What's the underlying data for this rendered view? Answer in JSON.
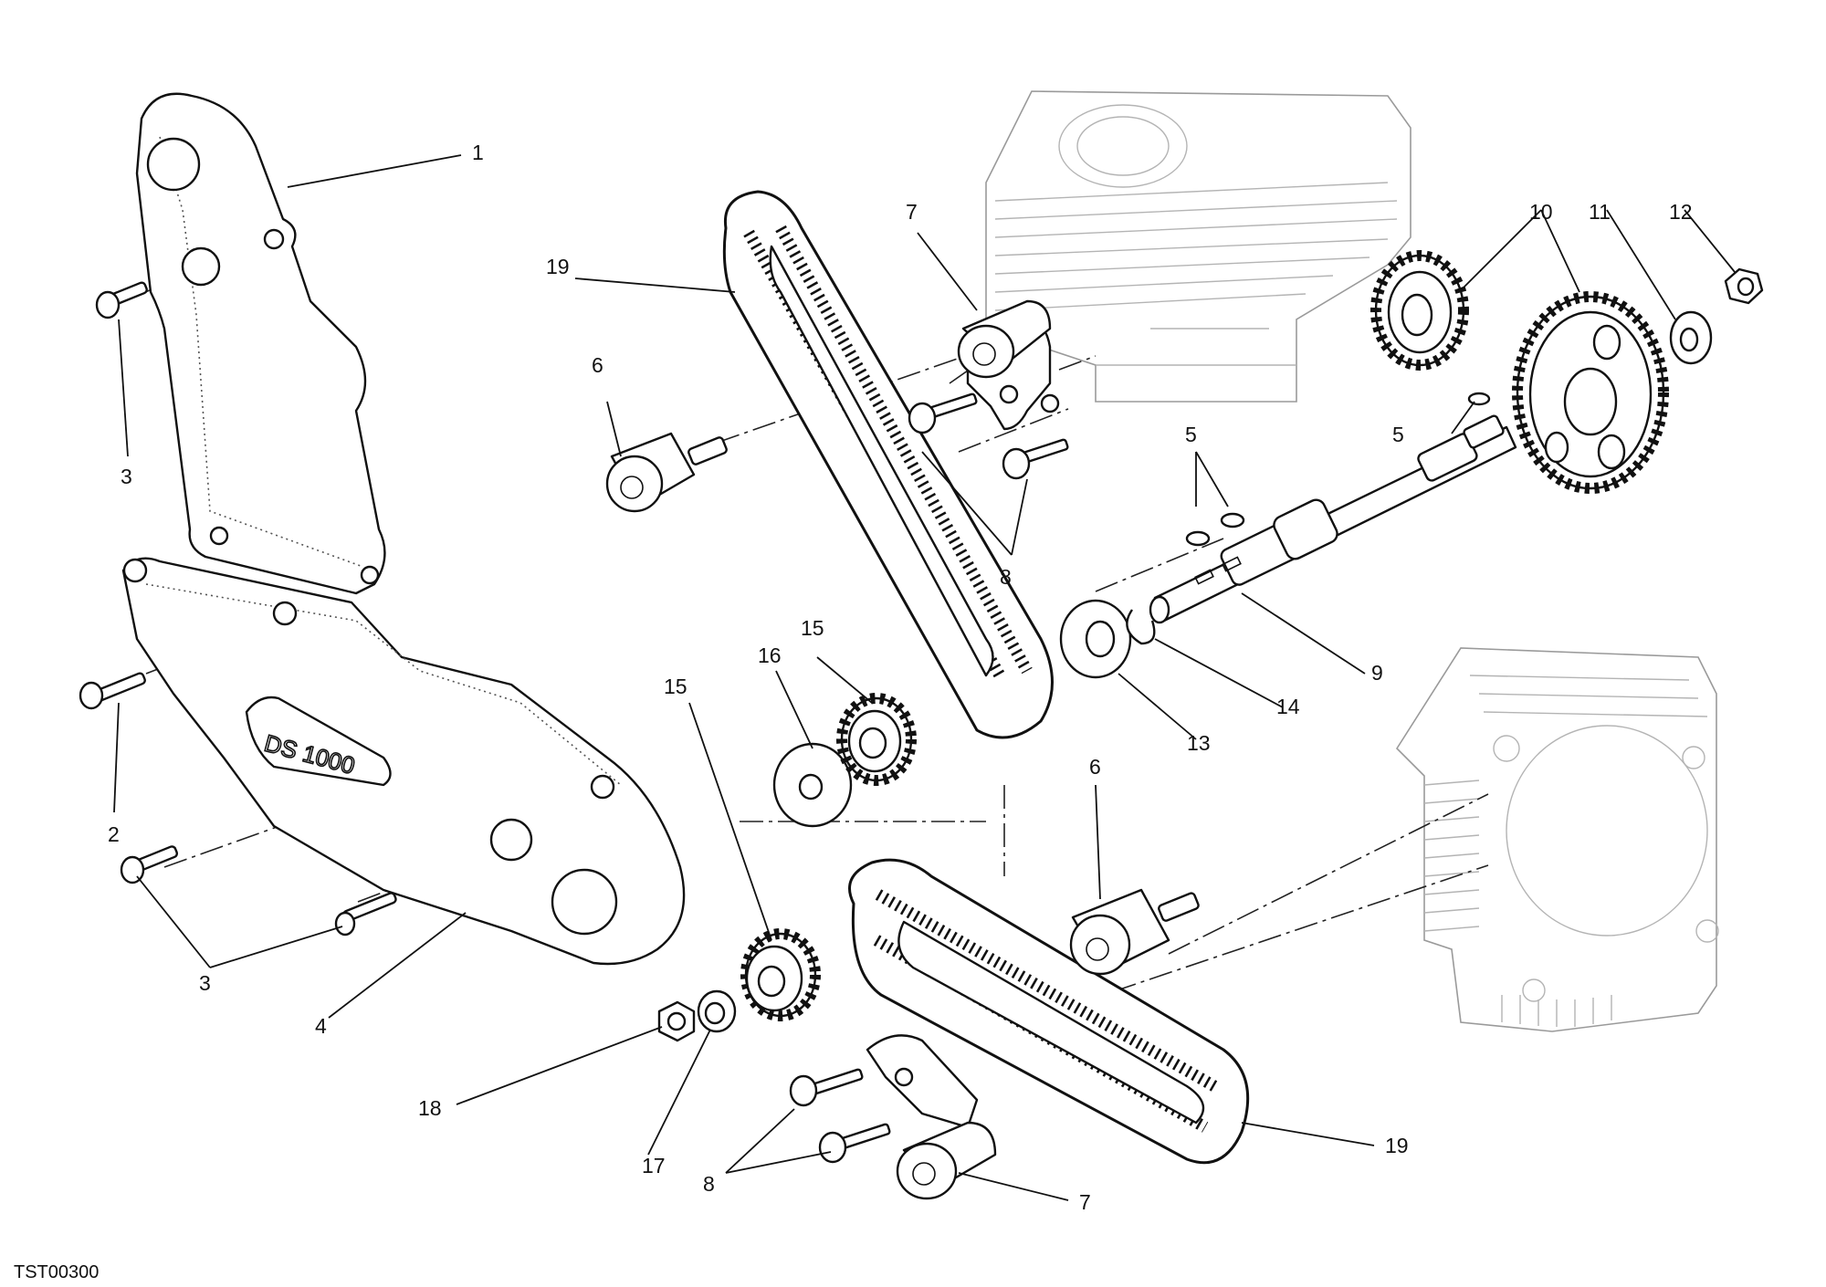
{
  "diagram": {
    "drawing_code": "TST00300",
    "cover_logo": "DS 1000",
    "callouts": {
      "c1": "1",
      "c3_top": "3",
      "c2": "2",
      "c3_bottom": "3",
      "c4": "4",
      "c19_top": "19",
      "c6_top": "6",
      "c7_top": "7",
      "c8_top": "8",
      "c16": "16",
      "c15_upper": "15",
      "c15_lower": "15",
      "c5_left": "5",
      "c5_right": "5",
      "c10": "10",
      "c11": "11",
      "c12": "12",
      "c9": "9",
      "c14": "14",
      "c13": "13",
      "c6_bottom": "6",
      "c18": "18",
      "c17": "17",
      "c8_bottom": "8",
      "c7_bottom": "7",
      "c19_bottom": "19"
    }
  }
}
